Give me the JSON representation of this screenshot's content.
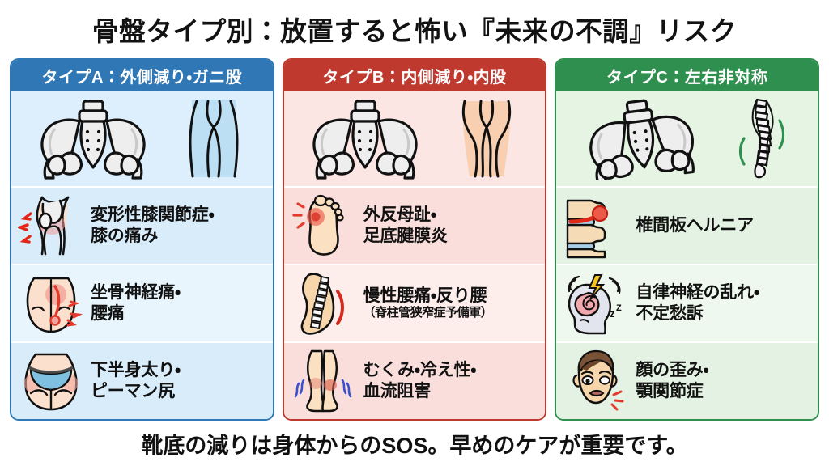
{
  "title": "骨盤タイプ別：放置すると怖い『未来の不調』リスク",
  "footer": "靴底の減りは身体からのSOS。早めのケアが重要です。",
  "colors": {
    "type_a": "#2f77b5",
    "type_b": "#c0392f",
    "type_c": "#2f8f4e",
    "pain_red": "#e03020",
    "cold_blue": "#3b4fd0"
  },
  "columns": [
    {
      "id": "type-a",
      "header": "タイプA：外側減り・ガニ股",
      "hero_icons": [
        "pelvis-front-icon",
        "bow-legs-icon"
      ],
      "risks": [
        {
          "icon": "knee-joint-icon",
          "line1": "変形性膝関節症・",
          "line2": "膝の痛み",
          "sub": ""
        },
        {
          "icon": "hip-sciatic-nerve-icon",
          "line1": "坐骨神経痛・",
          "line2": "腰痛",
          "sub": ""
        },
        {
          "icon": "lower-body-hips-icon",
          "line1": "下半身太り・",
          "line2": "ピーマン尻",
          "sub": ""
        }
      ]
    },
    {
      "id": "type-b",
      "header": "タイプB：内側減り・内股",
      "hero_icons": [
        "pelvis-front-icon",
        "knock-knees-icon"
      ],
      "risks": [
        {
          "icon": "foot-bunion-icon",
          "line1": "外反母趾・",
          "line2": "足底腱膜炎",
          "sub": ""
        },
        {
          "icon": "spine-side-curve-icon",
          "line1": "慢性腰痛・反り腰",
          "line2": "",
          "sub": "（脊柱管狭窄症予備軍）"
        },
        {
          "icon": "swollen-legs-icon",
          "line1": "むくみ・冷え性・",
          "line2": "血流阻害",
          "sub": ""
        }
      ]
    },
    {
      "id": "type-c",
      "header": "タイプC：左右非対称",
      "hero_icons": [
        "pelvis-tilted-icon",
        "spine-scoliosis-icon"
      ],
      "risks": [
        {
          "icon": "vertebra-disc-hernia-icon",
          "line1": "椎間板ヘルニア",
          "line2": "",
          "sub": ""
        },
        {
          "icon": "head-brain-stress-icon",
          "line1": "自律神経の乱れ・",
          "line2": "不定愁訴",
          "sub": ""
        },
        {
          "icon": "face-jaw-pain-icon",
          "line1": "顔の歪み・",
          "line2": "顎関節症",
          "sub": ""
        }
      ]
    }
  ]
}
